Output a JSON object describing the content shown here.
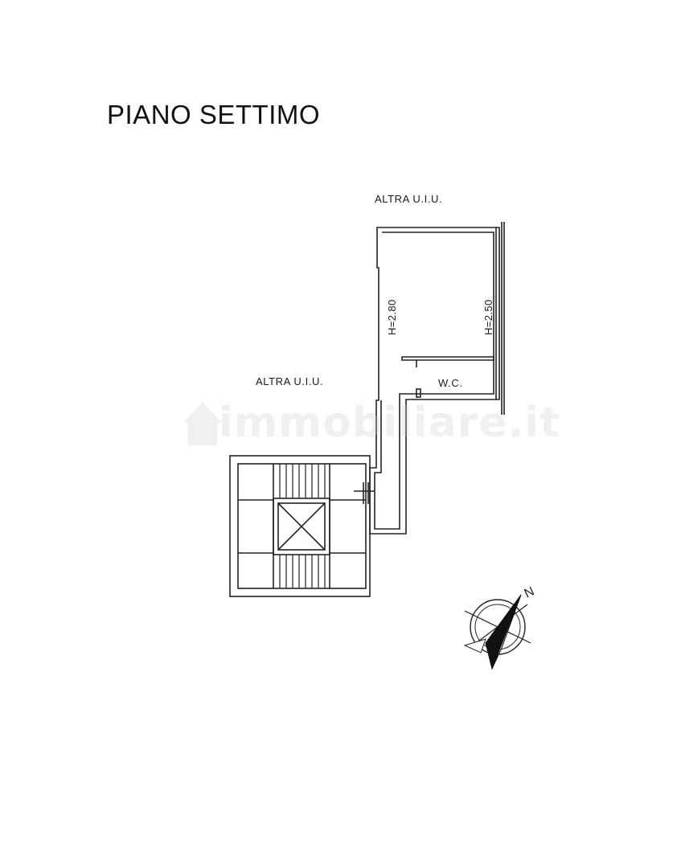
{
  "title": "PIANO SETTIMO",
  "labels": {
    "altra_uiu_top": "ALTRA U.I.U.",
    "altra_uiu_left": "ALTRA U.I.U.",
    "wc": "W.C.",
    "height_main": "H=2.80",
    "height_side": "H=2.50"
  },
  "compass": {
    "north_label": "N"
  },
  "watermark": {
    "text": "immobiliare.it"
  },
  "colors": {
    "line": "#222222",
    "background": "#ffffff",
    "watermark": "#c8c8c8"
  }
}
